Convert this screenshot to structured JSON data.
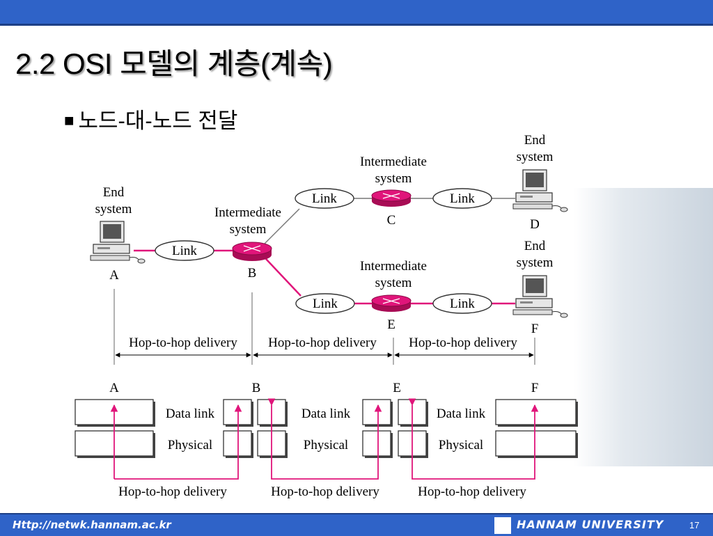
{
  "title": "2.2 OSI 모델의 계층(계속)",
  "subtitle": "노드-대-노드 전달",
  "bullet": "■",
  "nodes": {
    "A": {
      "caption": "End system",
      "letter": "A"
    },
    "B": {
      "caption": "Intermediate system",
      "letter": "B"
    },
    "C": {
      "caption": "Intermediate system",
      "letter": "C"
    },
    "D": {
      "caption": "End system",
      "letter": "D"
    },
    "E": {
      "caption": "Intermediate system",
      "letter": "E"
    },
    "F": {
      "caption": "End system",
      "letter": "F"
    }
  },
  "link_label": "Link",
  "hop_label": "Hop-to-hop delivery",
  "layers": {
    "data_link": "Data link",
    "physical": "Physical"
  },
  "footer": {
    "url": "Http://netwk.hannam.ac.kr",
    "university": "HANNAM UNIVERSITY",
    "page": "17"
  },
  "colors": {
    "accent": "#e0157a",
    "bar": "#2f63c8",
    "router": "#e0157a"
  }
}
